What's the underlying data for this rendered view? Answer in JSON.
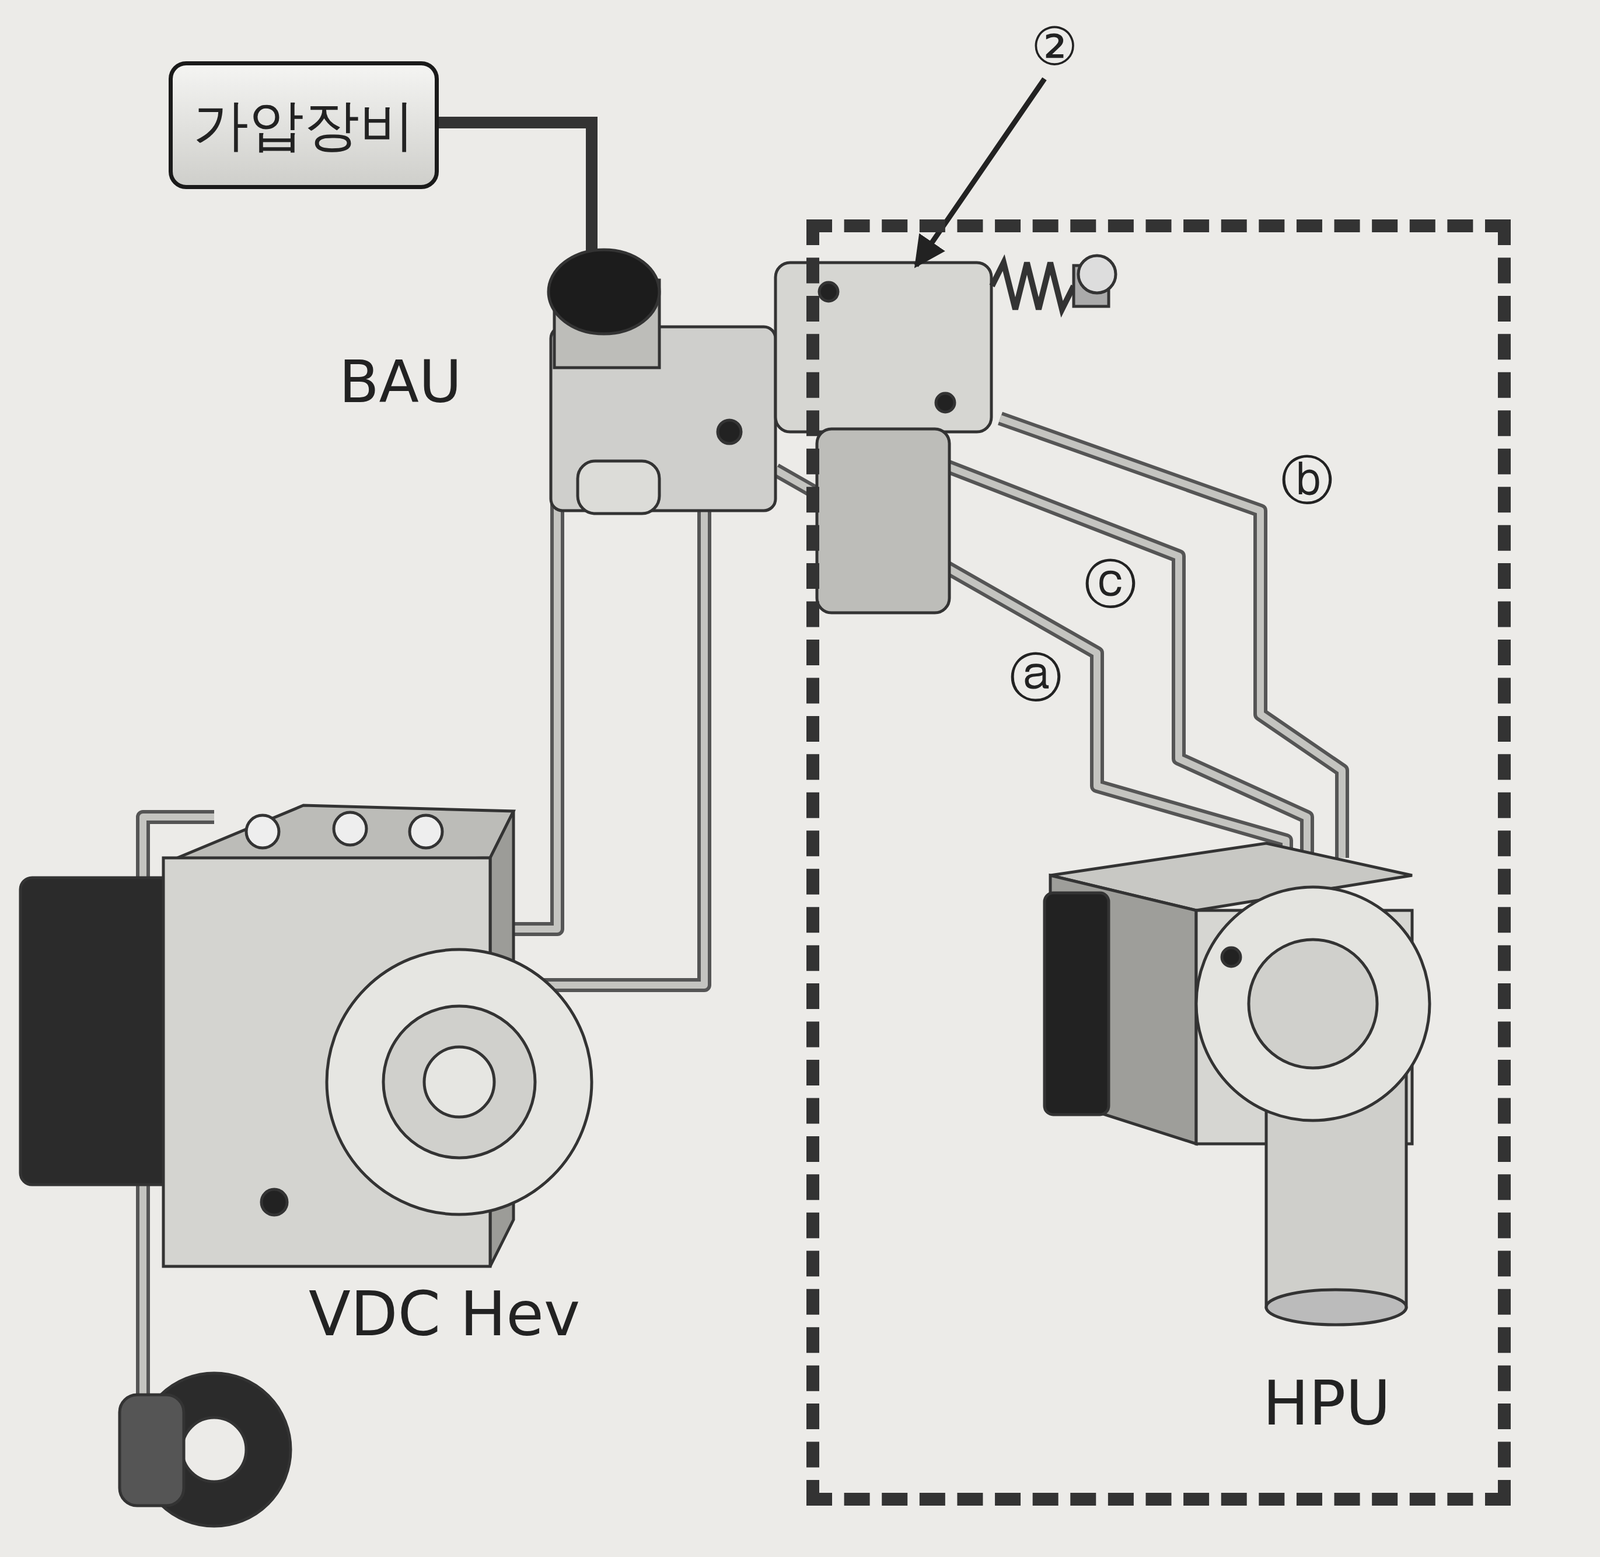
{
  "diagram": {
    "nodes": [
      {
        "text": [
          "가압장비"
        ]
      },
      {
        "text": [
          "HPU"
        ]
      }
    ],
    "labels": [
      "②",
      "BAU",
      "ⓑ",
      "ⓒ",
      "ⓐ",
      "VDC Hev"
    ]
  }
}
